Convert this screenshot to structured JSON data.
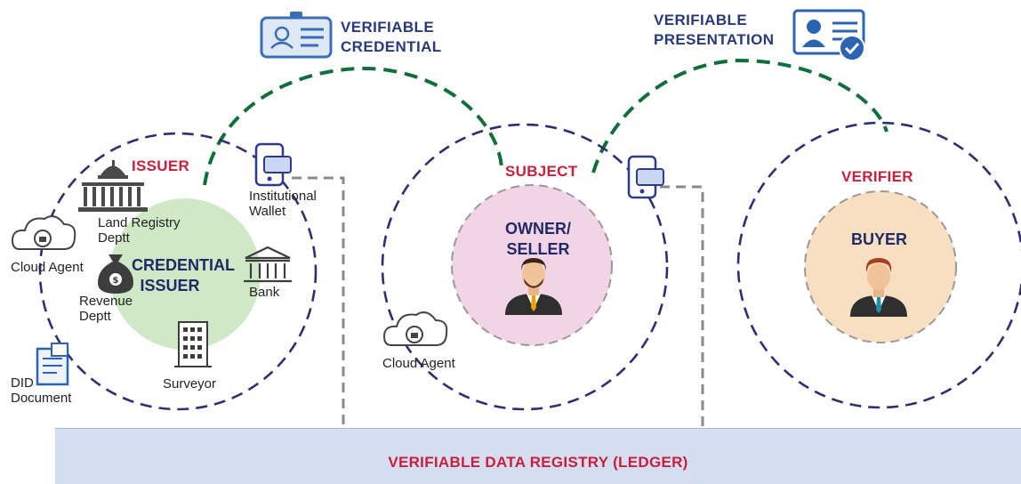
{
  "labels": {
    "verifiable_credential": [
      "VERIFIABLE",
      "CREDENTIAL"
    ],
    "verifiable_presentation": [
      "VERIFIABLE",
      "PRESENTATION"
    ],
    "issuer": "ISSUER",
    "subject": "SUBJECT",
    "verifier": "VERIFIER",
    "credential_issuer": [
      "CREDENTIAL",
      "ISSUER"
    ],
    "owner_seller": [
      "OWNER/",
      "SELLER"
    ],
    "buyer": "BUYER",
    "land_registry": [
      "Land Registry",
      "Deptt"
    ],
    "revenue": [
      "Revenue",
      "Deptt"
    ],
    "bank": "Bank",
    "surveyor": "Surveyor",
    "institutional_wallet": [
      "Institutional",
      "Wallet"
    ],
    "cloud_agent_issuer": "Cloud Agent",
    "cloud_agent_subject": "Cloud Agent",
    "did_document": [
      "DID",
      "Document"
    ],
    "ledger": "VERIFIABLE DATA REGISTRY (LEDGER)"
  },
  "icons": [
    "id-card-icon",
    "presentation-card-icon",
    "capitol-building-icon",
    "money-bag-icon",
    "bank-building-icon",
    "office-tower-icon",
    "mobile-wallet-icon",
    "cloud-agent-icon",
    "did-document-icon",
    "person-avatar-icon"
  ],
  "colors": {
    "circle_dash": "#2e2f72",
    "arc_green": "#0f6e3a",
    "connector_gray": "#8a8a8a",
    "issuer_fill": "#cfe8c6",
    "owner_fill": "#f3d3e6",
    "buyer_fill": "#f9dfc2",
    "ledger_fill": "#d4ddf2",
    "label_red": "#c8203a",
    "label_navy": "#1f2a66"
  }
}
